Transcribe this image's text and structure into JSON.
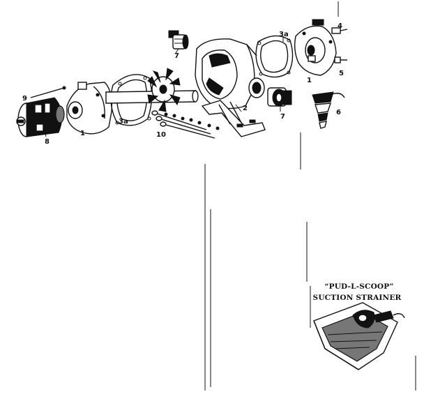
{
  "labels": {
    "p9": "9",
    "p8": "8",
    "p1_left": "1",
    "p3a_left": "3a",
    "p10": "10",
    "p7_top": "7",
    "p2": "2",
    "p7_mid": "7",
    "p3a_right": "3a",
    "p4": "4",
    "p1_right": "1",
    "p5": "5",
    "p6": "6"
  },
  "inset": {
    "title_line1": "“PUD-L-SCOOP”",
    "title_line2": "SUCTION STRAINER"
  }
}
